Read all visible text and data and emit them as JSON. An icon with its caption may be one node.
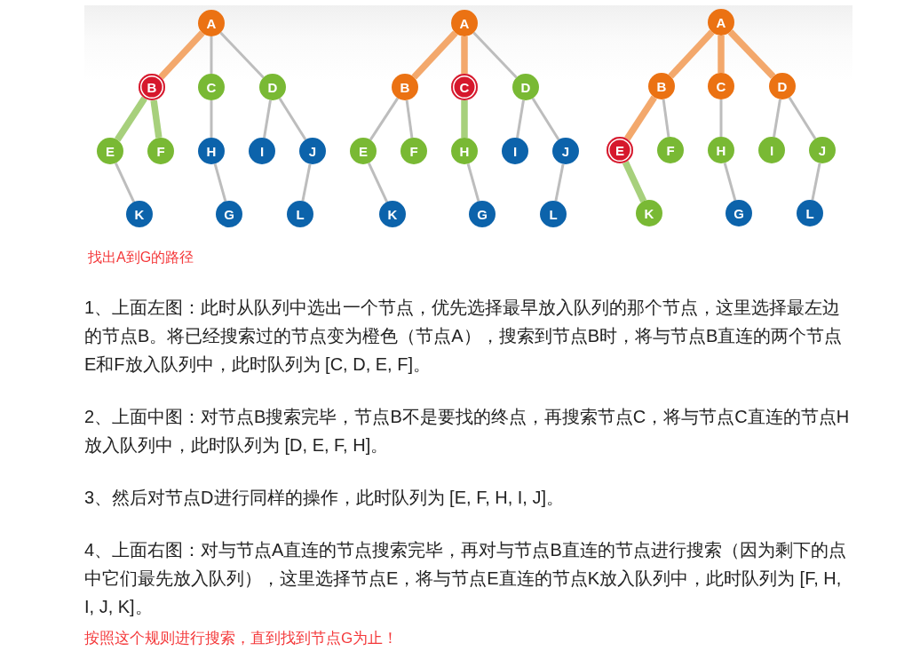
{
  "diagram": {
    "caption": "找出A到G的路径",
    "nodes": [
      {
        "text": [
          "A"
        ]
      },
      {
        "text": [
          "B"
        ]
      },
      {
        "text": [
          "C"
        ]
      },
      {
        "text": [
          "D"
        ]
      },
      {
        "text": [
          "E"
        ]
      },
      {
        "text": [
          "F"
        ]
      },
      {
        "text": [
          "H"
        ]
      },
      {
        "text": [
          "I"
        ]
      },
      {
        "text": [
          "J"
        ]
      },
      {
        "text": [
          "K"
        ]
      },
      {
        "text": [
          "G"
        ]
      },
      {
        "text": [
          "L"
        ]
      },
      {
        "text": [
          "A"
        ]
      },
      {
        "text": [
          "B"
        ]
      },
      {
        "text": [
          "C"
        ]
      },
      {
        "text": [
          "D"
        ]
      },
      {
        "text": [
          "E"
        ]
      },
      {
        "text": [
          "F"
        ]
      },
      {
        "text": [
          "H"
        ]
      },
      {
        "text": [
          "I"
        ]
      },
      {
        "text": [
          "J"
        ]
      },
      {
        "text": [
          "K"
        ]
      },
      {
        "text": [
          "G"
        ]
      },
      {
        "text": [
          "L"
        ]
      },
      {
        "text": [
          "A"
        ]
      },
      {
        "text": [
          "B"
        ]
      },
      {
        "text": [
          "C"
        ]
      },
      {
        "text": [
          "D"
        ]
      },
      {
        "text": [
          "E"
        ]
      },
      {
        "text": [
          "F"
        ]
      },
      {
        "text": [
          "H"
        ]
      },
      {
        "text": [
          "I"
        ]
      },
      {
        "text": [
          "J"
        ]
      },
      {
        "text": [
          "K"
        ]
      },
      {
        "text": [
          "G"
        ]
      },
      {
        "text": [
          "L"
        ]
      }
    ],
    "edges": [
      {
        "from": 0,
        "to": 1,
        "arrow": "none",
        "style": "thick",
        "color": "#f3a86c"
      },
      {
        "from": 0,
        "to": 2,
        "arrow": "none"
      },
      {
        "from": 0,
        "to": 3,
        "arrow": "none"
      },
      {
        "from": 1,
        "to": 4,
        "arrow": "none",
        "style": "thick",
        "color": "#a7d07c"
      },
      {
        "from": 1,
        "to": 5,
        "arrow": "none",
        "style": "thick",
        "color": "#a7d07c"
      },
      {
        "from": 2,
        "to": 6,
        "arrow": "none"
      },
      {
        "from": 3,
        "to": 7,
        "arrow": "none"
      },
      {
        "from": 3,
        "to": 8,
        "arrow": "none"
      },
      {
        "from": 4,
        "to": 9,
        "arrow": "none"
      },
      {
        "from": 6,
        "to": 10,
        "arrow": "none"
      },
      {
        "from": 8,
        "to": 11,
        "arrow": "none"
      },
      {
        "from": 12,
        "to": 13,
        "arrow": "none",
        "style": "thick",
        "color": "#f3a86c"
      },
      {
        "from": 12,
        "to": 14,
        "arrow": "none",
        "style": "thick",
        "color": "#f3a86c"
      },
      {
        "from": 12,
        "to": 15,
        "arrow": "none"
      },
      {
        "from": 13,
        "to": 16,
        "arrow": "none"
      },
      {
        "from": 13,
        "to": 17,
        "arrow": "none"
      },
      {
        "from": 14,
        "to": 18,
        "arrow": "none",
        "style": "thick",
        "color": "#a7d07c"
      },
      {
        "from": 15,
        "to": 19,
        "arrow": "none"
      },
      {
        "from": 15,
        "to": 20,
        "arrow": "none"
      },
      {
        "from": 16,
        "to": 21,
        "arrow": "none"
      },
      {
        "from": 18,
        "to": 22,
        "arrow": "none"
      },
      {
        "from": 20,
        "to": 23,
        "arrow": "none"
      },
      {
        "from": 24,
        "to": 25,
        "arrow": "none",
        "style": "thick",
        "color": "#f3a86c"
      },
      {
        "from": 24,
        "to": 26,
        "arrow": "none",
        "style": "thick",
        "color": "#f3a86c"
      },
      {
        "from": 24,
        "to": 27,
        "arrow": "none",
        "style": "thick",
        "color": "#f3a86c"
      },
      {
        "from": 25,
        "to": 28,
        "arrow": "none",
        "style": "thick",
        "color": "#f3a86c"
      },
      {
        "from": 25,
        "to": 29,
        "arrow": "none"
      },
      {
        "from": 26,
        "to": 30,
        "arrow": "none"
      },
      {
        "from": 27,
        "to": 31,
        "arrow": "none"
      },
      {
        "from": 27,
        "to": 32,
        "arrow": "none"
      },
      {
        "from": 28,
        "to": 33,
        "arrow": "none",
        "style": "thick",
        "color": "#a7d07c"
      },
      {
        "from": 30,
        "to": 34,
        "arrow": "none"
      },
      {
        "from": 32,
        "to": 35,
        "arrow": "none"
      }
    ],
    "labels": [
      "1、上面左图：此时从队列中选出一个节点，优先选择最早放入队列的那个节点，这里选择最左边的节点B。将已经搜索过的节点变为橙色（节点A），搜索到节点B时，将与节点B直连的两个节点E和F放入队列中，此时队列为 [C, D, E, F]。",
      "2、上面中图：对节点B搜索完毕，节点B不是要找的终点，再搜索节点C，将与节点C直连的节点H放入队列中，此时队列为 [D, E, F, H]。",
      "3、然后对节点D进行同样的操作，此时队列为 [E, F, H, I, J]。",
      "4、上面右图：对与节点A直连的节点搜索完毕，再对与节点B直连的节点进行搜索（因为剩下的点中它们最先放入队列），这里选择节点E，将与节点E直连的节点K放入队列中，此时队列为 [F, H, I, J, K]。",
      "按照这个规则进行搜索，直到找到节点G为止！"
    ]
  }
}
